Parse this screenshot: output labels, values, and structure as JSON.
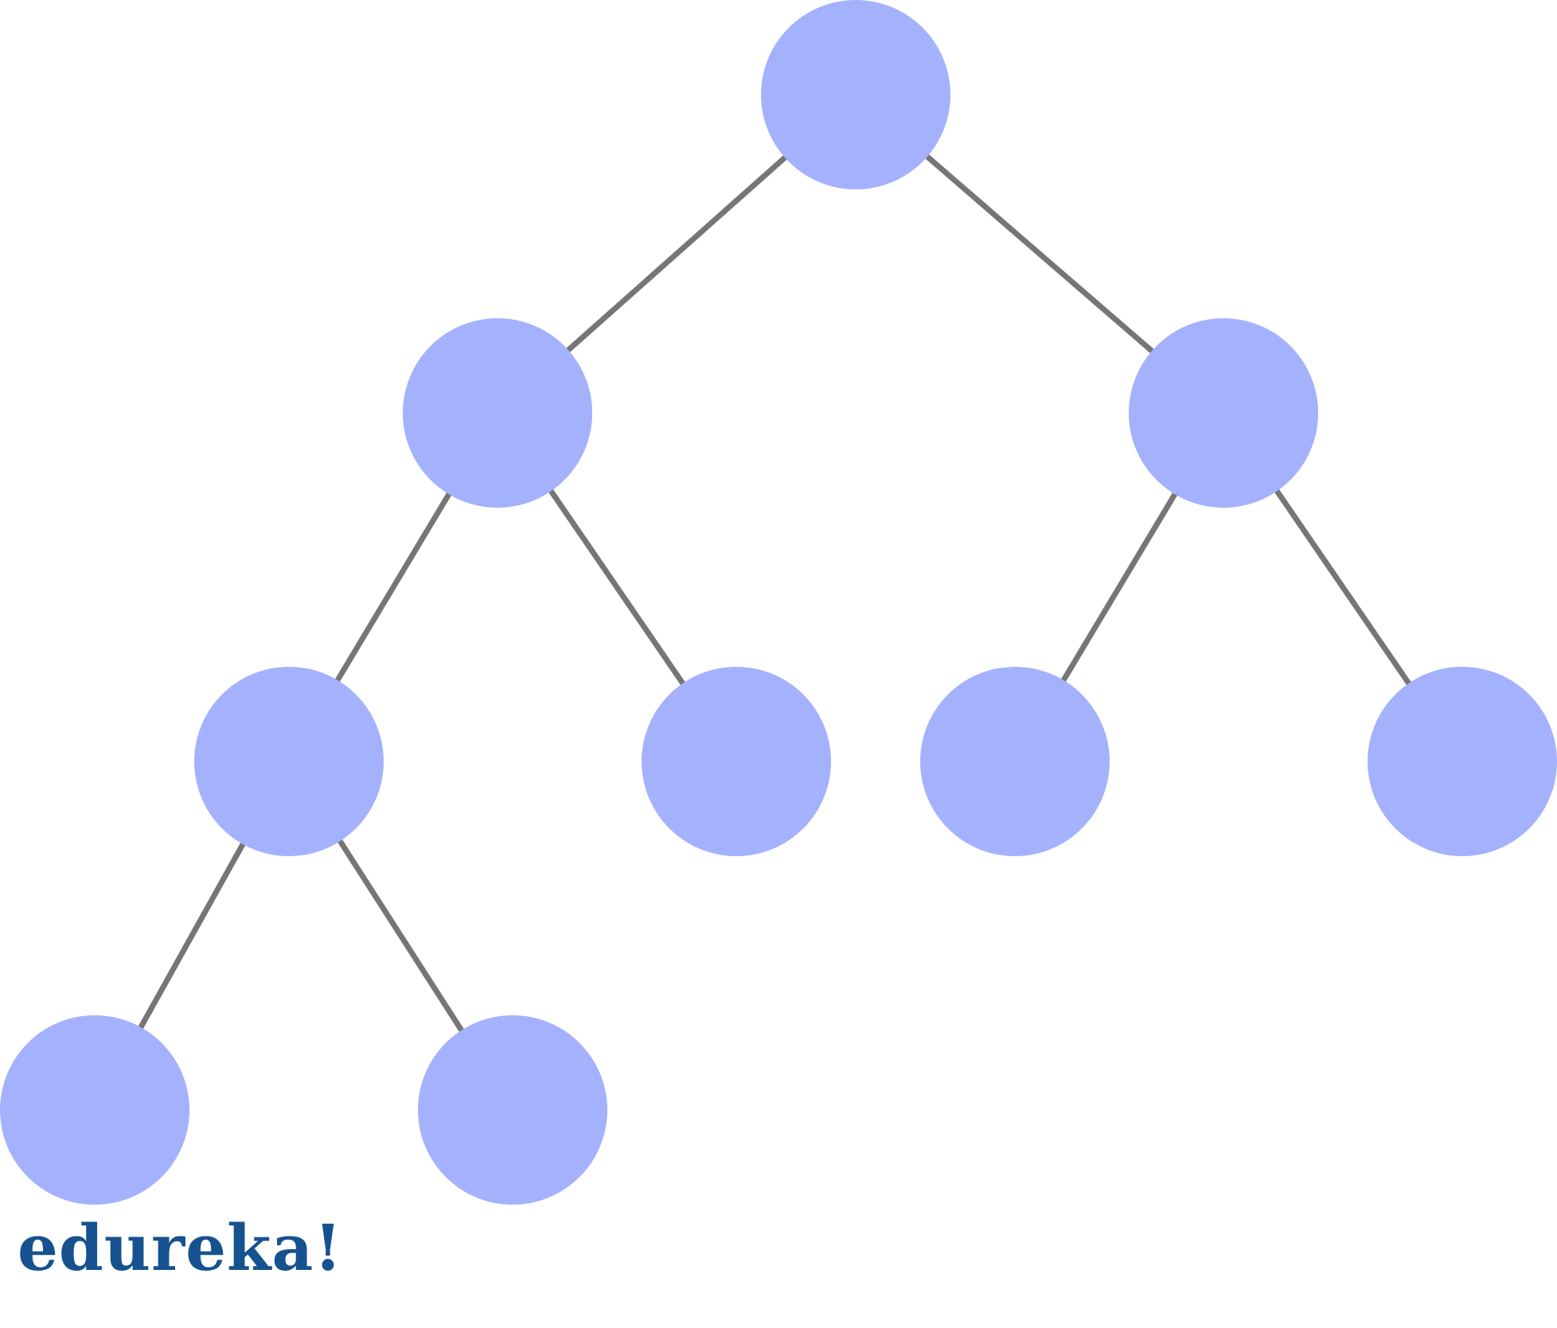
{
  "colors": {
    "node_fill": "#a4b1fd",
    "edge_stroke": "#777575",
    "background": "#ffffff",
    "brand": "#16528f"
  },
  "tree": {
    "nodes": [
      {
        "id": "n0"
      },
      {
        "id": "n1"
      },
      {
        "id": "n2"
      },
      {
        "id": "n3"
      },
      {
        "id": "n4"
      },
      {
        "id": "n5"
      },
      {
        "id": "n6"
      },
      {
        "id": "n7"
      },
      {
        "id": "n8"
      }
    ],
    "edges": [
      {
        "from": "n0",
        "to": "n1"
      },
      {
        "from": "n0",
        "to": "n2"
      },
      {
        "from": "n1",
        "to": "n3"
      },
      {
        "from": "n1",
        "to": "n4"
      },
      {
        "from": "n2",
        "to": "n5"
      },
      {
        "from": "n2",
        "to": "n6"
      },
      {
        "from": "n3",
        "to": "n7"
      },
      {
        "from": "n3",
        "to": "n8"
      }
    ]
  },
  "brand": {
    "text": "edureka!"
  }
}
